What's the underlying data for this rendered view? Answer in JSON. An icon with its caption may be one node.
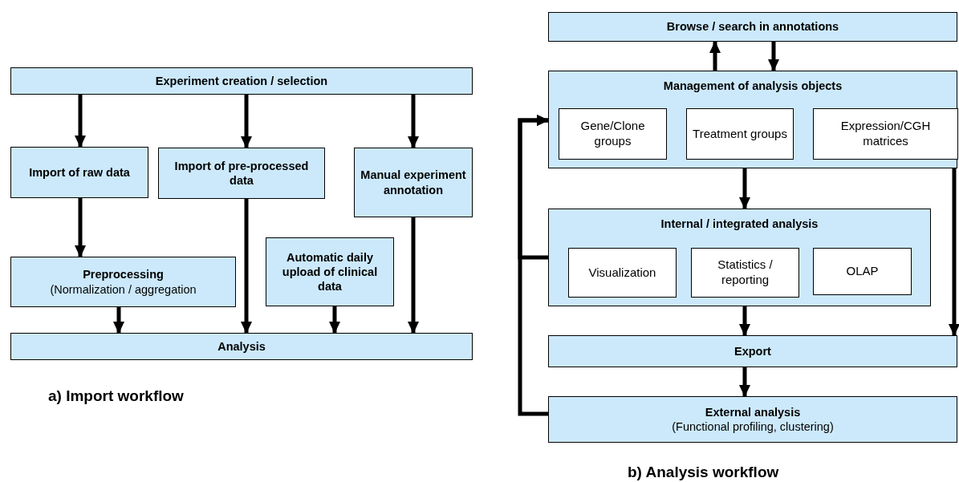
{
  "diagram": {
    "nodes": [
      {
        "text": [
          "Experiment creation / selection"
        ]
      },
      {
        "text": [
          "Import of raw data"
        ]
      },
      {
        "text": [
          "Import of pre-processed data"
        ]
      },
      {
        "text": [
          "Manual experiment annotation"
        ]
      },
      {
        "text": [
          "Preprocessing",
          "(Normalization / aggregation"
        ]
      },
      {
        "text": [
          "Automatic daily upload of clinical data"
        ]
      },
      {
        "text": [
          "Analysis"
        ]
      },
      {
        "text": [
          "Browse / search in annotations"
        ]
      },
      {
        "text": [
          "Management of analysis objects"
        ]
      },
      {
        "text": [
          "Gene/Clone groups"
        ],
        "in": 8
      },
      {
        "text": [
          "Treatment groups"
        ],
        "in": 8
      },
      {
        "text": [
          "Expression/CGH matrices"
        ],
        "in": 8
      },
      {
        "text": [
          "Internal / integrated analysis"
        ]
      },
      {
        "text": [
          "Visualization"
        ],
        "in": 12
      },
      {
        "text": [
          "Statistics / reporting"
        ],
        "in": 12
      },
      {
        "text": [
          "OLAP"
        ],
        "in": 12
      },
      {
        "text": [
          "Export"
        ]
      },
      {
        "text": [
          "External analysis",
          "(Functional profiling, clustering)"
        ]
      }
    ],
    "edges": [
      {
        "from": 0,
        "to": 1,
        "arrow": "to"
      },
      {
        "from": 0,
        "to": 2,
        "arrow": "to"
      },
      {
        "from": 0,
        "to": 3,
        "arrow": "to"
      },
      {
        "from": 1,
        "to": 4,
        "arrow": "to"
      },
      {
        "from": 4,
        "to": 6,
        "arrow": "to"
      },
      {
        "from": 2,
        "to": 6,
        "arrow": "to"
      },
      {
        "from": 5,
        "to": 6,
        "arrow": "to"
      },
      {
        "from": 3,
        "to": 6,
        "arrow": "to"
      },
      {
        "from": 8,
        "to": 7,
        "arrow": "to"
      },
      {
        "from": 7,
        "to": 8,
        "arrow": "to"
      },
      {
        "from": 8,
        "to": 12,
        "arrow": "to"
      },
      {
        "from": 12,
        "to": 16,
        "arrow": "to"
      },
      {
        "from": 8,
        "to": 16,
        "arrow": "to"
      },
      {
        "from": 16,
        "to": 17,
        "arrow": "to"
      },
      {
        "from": 12,
        "to": 8,
        "arrow": "to"
      },
      {
        "from": 17,
        "to": 8,
        "arrow": "to"
      }
    ],
    "labels": [
      "a) Import workflow",
      "b) Analysis workflow"
    ]
  }
}
